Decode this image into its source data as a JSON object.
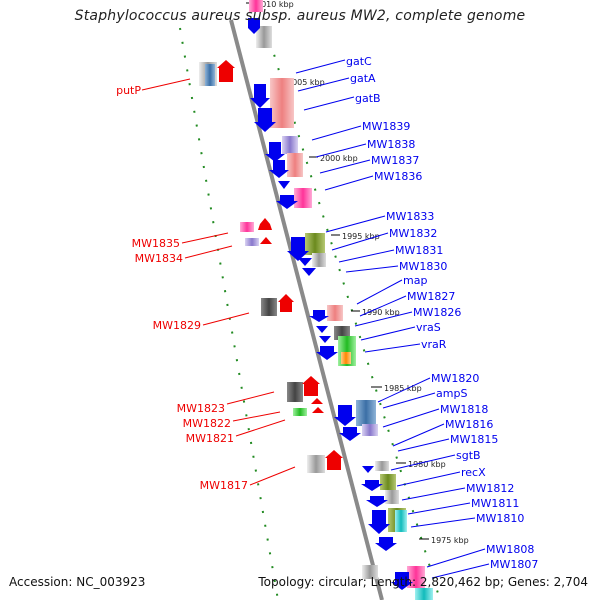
{
  "header": {
    "title": "Staphylococcus aureus subsp. aureus MW2, complete genome"
  },
  "footer": {
    "accession": "Accession: NC_003923",
    "stats": "Topology: circular; Length: 2,820,462 bp; Genes: 2,704"
  },
  "colors": {
    "strand_forward": "#0000ee",
    "strand_reverse": "#ee0000",
    "backbone": "#888888",
    "outline": "#228b22"
  },
  "ticks": [
    {
      "label": "2010 kbp"
    },
    {
      "label": "2005 kbp"
    },
    {
      "label": "2000 kbp"
    },
    {
      "label": "1995 kbp"
    },
    {
      "label": "1990 kbp"
    },
    {
      "label": "1985 kbp"
    },
    {
      "label": "1980 kbp"
    },
    {
      "label": "1975 kbp"
    }
  ],
  "genes_right": [
    {
      "label": "gatC"
    },
    {
      "label": "gatA"
    },
    {
      "label": "gatB"
    },
    {
      "label": "MW1839"
    },
    {
      "label": "MW1838"
    },
    {
      "label": "MW1837"
    },
    {
      "label": "MW1836"
    },
    {
      "label": "MW1833"
    },
    {
      "label": "MW1832"
    },
    {
      "label": "MW1831"
    },
    {
      "label": "MW1830"
    },
    {
      "label": "map"
    },
    {
      "label": "MW1827"
    },
    {
      "label": "MW1826"
    },
    {
      "label": "vraS"
    },
    {
      "label": "vraR"
    },
    {
      "label": "MW1820"
    },
    {
      "label": "ampS"
    },
    {
      "label": "MW1818"
    },
    {
      "label": "MW1816"
    },
    {
      "label": "MW1815"
    },
    {
      "label": "sgtB"
    },
    {
      "label": "recX"
    },
    {
      "label": "MW1812"
    },
    {
      "label": "MW1811"
    },
    {
      "label": "MW1810"
    },
    {
      "label": "MW1808"
    },
    {
      "label": "MW1807"
    }
  ],
  "genes_left": [
    {
      "label": "putP"
    },
    {
      "label": "MW1835"
    },
    {
      "label": "MW1834"
    },
    {
      "label": "MW1829"
    },
    {
      "label": "MW1823"
    },
    {
      "label": "MW1822"
    },
    {
      "label": "MW1821"
    },
    {
      "label": "MW1817"
    }
  ]
}
